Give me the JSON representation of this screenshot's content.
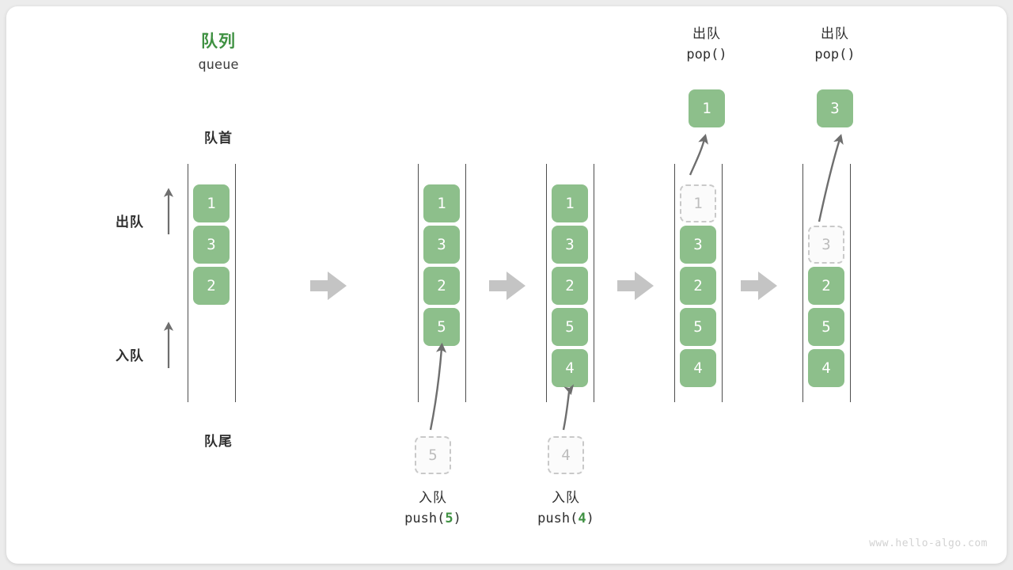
{
  "diagram": {
    "title_cn": "队列",
    "title_en": "queue",
    "head_label": "队首",
    "tail_label": "队尾",
    "dequeue_label": "出队",
    "enqueue_label": "入队",
    "watermark": "www.hello-algo.com",
    "colors": {
      "cell_fill": "#8dbf8b",
      "cell_text": "#ffffff",
      "ghost_fill": "#fbfbfb",
      "ghost_border": "#c9c9c9",
      "ghost_text": "#bdbdbd",
      "title_green": "#3f9142",
      "rail": "#4d4d4d",
      "step_arrow": "#c4c4c4",
      "motion_arrow": "#6e6e6e",
      "card_bg": "#ffffff",
      "page_bg": "#ececec"
    }
  },
  "steps": [
    {
      "name": "initial",
      "cells": [
        "1",
        "3",
        "2"
      ]
    },
    {
      "name": "after-push-5",
      "cells": [
        "1",
        "3",
        "2",
        "5"
      ]
    },
    {
      "name": "after-push-4",
      "cells": [
        "1",
        "3",
        "2",
        "5",
        "4"
      ]
    },
    {
      "name": "pop-first",
      "cells": [
        "1",
        "3",
        "2",
        "5",
        "4"
      ],
      "ghost_index": 0
    },
    {
      "name": "pop-second",
      "cells": [
        "",
        "3",
        "2",
        "5",
        "4"
      ],
      "ghost_index": 1
    }
  ],
  "operations": {
    "push_5": {
      "cn": "入队",
      "code_prefix": "push(",
      "code_value": "5",
      "code_suffix": ")",
      "ghost": "5"
    },
    "push_4": {
      "cn": "入队",
      "code_prefix": "push(",
      "code_value": "4",
      "code_suffix": ")",
      "ghost": "4"
    },
    "pop_1": {
      "cn": "出队",
      "code": "pop()",
      "popped": "1"
    },
    "pop_3": {
      "cn": "出队",
      "code": "pop()",
      "popped": "3"
    }
  }
}
